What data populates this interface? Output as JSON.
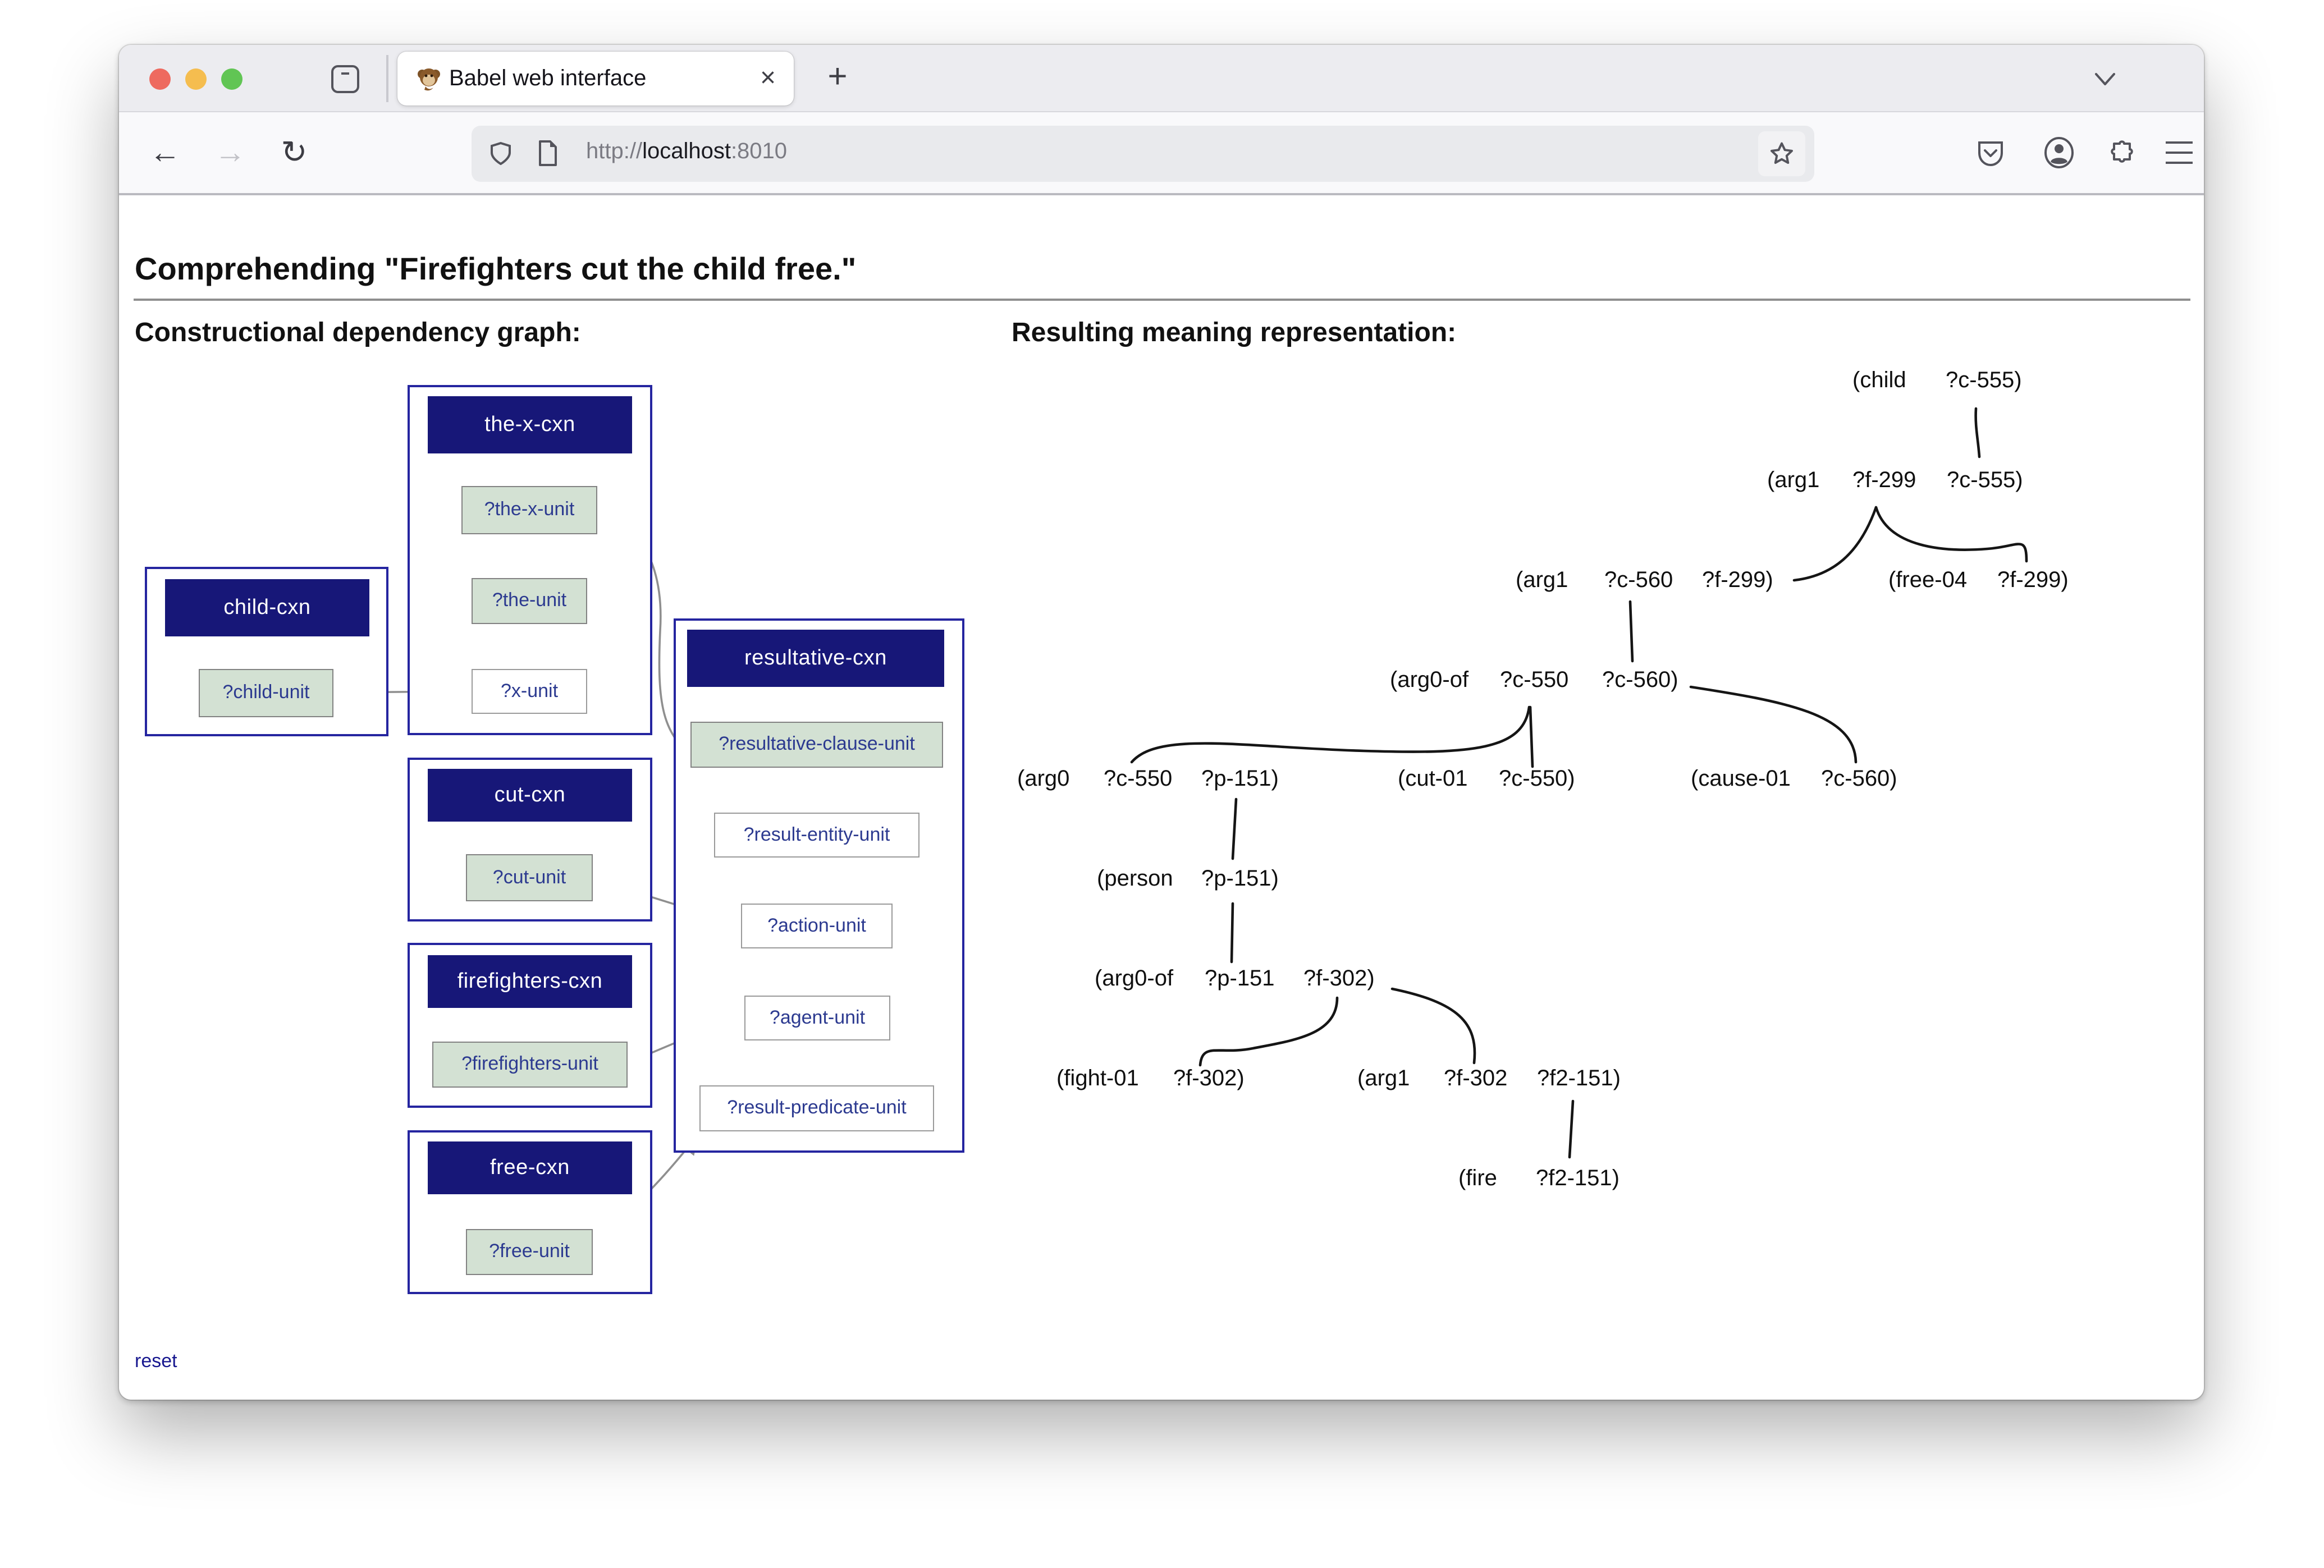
{
  "browser": {
    "window_controls": {
      "close": "close",
      "minimize": "minimize",
      "zoom": "zoom"
    },
    "tab": {
      "title": "Babel web interface",
      "favicon": "monkey-icon",
      "close_glyph": "×"
    },
    "new_tab_glyph": "+",
    "nav": {
      "back_glyph": "←",
      "forward_glyph": "→",
      "reload_glyph": "↻"
    },
    "address": {
      "scheme": "http://",
      "host": "localhost",
      "port": ":8010"
    }
  },
  "page": {
    "title": "Comprehending \"Firefighters cut the child free.\"",
    "left_heading": "Constructional dependency graph:",
    "right_heading": "Resulting meaning representation:",
    "reset_label": "reset"
  },
  "dependency_graph": {
    "constructions": [
      {
        "id": "child-cxn",
        "label": "child-cxn",
        "units": [
          {
            "id": "child-unit",
            "label": "?child-unit",
            "filled": true
          }
        ]
      },
      {
        "id": "the-x-cxn",
        "label": "the-x-cxn",
        "units": [
          {
            "id": "the-x-unit",
            "label": "?the-x-unit",
            "filled": true
          },
          {
            "id": "the-unit",
            "label": "?the-unit",
            "filled": true
          },
          {
            "id": "x-unit",
            "label": "?x-unit",
            "filled": false
          }
        ]
      },
      {
        "id": "cut-cxn",
        "label": "cut-cxn",
        "units": [
          {
            "id": "cut-unit",
            "label": "?cut-unit",
            "filled": true
          }
        ]
      },
      {
        "id": "firefighters-cxn",
        "label": "firefighters-cxn",
        "units": [
          {
            "id": "firefighters-unit",
            "label": "?firefighters-unit",
            "filled": true
          }
        ]
      },
      {
        "id": "free-cxn",
        "label": "free-cxn",
        "units": [
          {
            "id": "free-unit",
            "label": "?free-unit",
            "filled": true
          }
        ]
      },
      {
        "id": "resultative-cxn",
        "label": "resultative-cxn",
        "units": [
          {
            "id": "resultative-clause-unit",
            "label": "?resultative-clause-unit",
            "filled": true
          },
          {
            "id": "result-entity-unit",
            "label": "?result-entity-unit",
            "filled": false
          },
          {
            "id": "action-unit",
            "label": "?action-unit",
            "filled": false
          },
          {
            "id": "agent-unit",
            "label": "?agent-unit",
            "filled": false
          },
          {
            "id": "result-predicate-unit",
            "label": "?result-predicate-unit",
            "filled": false
          }
        ]
      }
    ],
    "arrows": [
      {
        "from": "child-unit",
        "to": "x-unit"
      },
      {
        "from": "the-x-unit",
        "to": "result-entity-unit"
      },
      {
        "from": "cut-unit",
        "to": "action-unit"
      },
      {
        "from": "firefighters-unit",
        "to": "agent-unit"
      },
      {
        "from": "free-unit",
        "to": "result-predicate-unit"
      }
    ]
  },
  "meaning_representation": {
    "nodes": [
      {
        "id": "n1",
        "parts": [
          "(child",
          "?c-555)"
        ]
      },
      {
        "id": "n2",
        "parts": [
          "(arg1",
          "?f-299",
          "?c-555)"
        ]
      },
      {
        "id": "n3",
        "parts": [
          "(arg1",
          "?c-560",
          "?f-299)"
        ]
      },
      {
        "id": "n4",
        "parts": [
          "(free-04",
          "?f-299)"
        ]
      },
      {
        "id": "n5",
        "parts": [
          "(arg0-of",
          "?c-550",
          "?c-560)"
        ]
      },
      {
        "id": "n6",
        "parts": [
          "(arg0",
          "?c-550",
          "?p-151)"
        ]
      },
      {
        "id": "n7",
        "parts": [
          "(cut-01",
          "?c-550)"
        ]
      },
      {
        "id": "n8",
        "parts": [
          "(cause-01",
          "?c-560)"
        ]
      },
      {
        "id": "n9",
        "parts": [
          "(person",
          "?p-151)"
        ]
      },
      {
        "id": "n10",
        "parts": [
          "(arg0-of",
          "?p-151",
          "?f-302)"
        ]
      },
      {
        "id": "n11",
        "parts": [
          "(fight-01",
          "?f-302)"
        ]
      },
      {
        "id": "n12",
        "parts": [
          "(arg1",
          "?f-302",
          "?f2-151)"
        ]
      },
      {
        "id": "n13",
        "parts": [
          "(fire",
          "?f2-151)"
        ]
      }
    ],
    "edges": [
      {
        "id": "e1",
        "from": "n1",
        "to": "n2",
        "variable": "?c-555"
      },
      {
        "id": "e2",
        "from": "n2",
        "to": "n3",
        "variable": "?f-299"
      },
      {
        "id": "e3",
        "from": "n2",
        "to": "n4",
        "variable": "?f-299"
      },
      {
        "id": "e4",
        "from": "n3",
        "to": "n5",
        "variable": "?c-560"
      },
      {
        "id": "e5",
        "from": "n5",
        "to": "n6",
        "variable": "?c-550"
      },
      {
        "id": "e6",
        "from": "n5",
        "to": "n7",
        "variable": "?c-550"
      },
      {
        "id": "e7",
        "from": "n5",
        "to": "n8",
        "variable": "?c-560"
      },
      {
        "id": "e8",
        "from": "n6",
        "to": "n9",
        "variable": "?p-151"
      },
      {
        "id": "e9",
        "from": "n9",
        "to": "n10",
        "variable": "?p-151"
      },
      {
        "id": "e10",
        "from": "n10",
        "to": "n11",
        "variable": "?f-302"
      },
      {
        "id": "e11",
        "from": "n10",
        "to": "n12",
        "variable": "?f-302"
      },
      {
        "id": "e12",
        "from": "n12",
        "to": "n13",
        "variable": "?f2-151"
      }
    ]
  },
  "colors": {
    "cxn_header": "#171778",
    "cxn_border": "#2525a0",
    "unit_fill": "#d3e1d3",
    "unit_text": "#2c3a90",
    "graph_arrow": "#8f8f8f",
    "mr_edge": "#151515",
    "link": "#18188f",
    "traffic_red": "#ee6a5f",
    "traffic_yellow": "#f5bd4f",
    "traffic_green": "#61c554"
  }
}
